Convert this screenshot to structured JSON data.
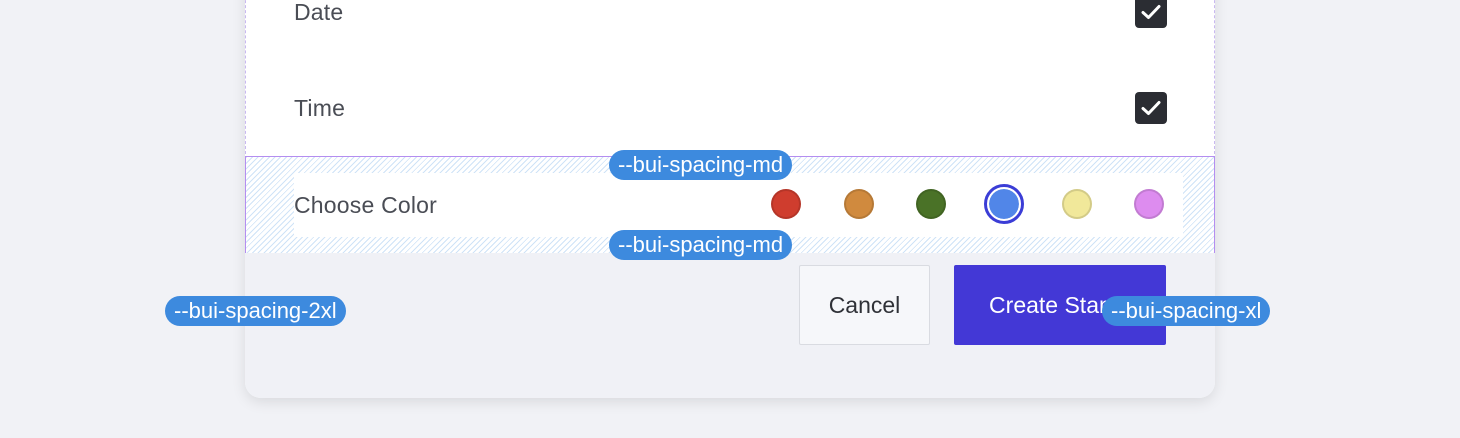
{
  "dialog": {
    "options": [
      {
        "label": "Date",
        "checked": true
      },
      {
        "label": "Time",
        "checked": true
      }
    ],
    "color_picker": {
      "label": "Choose Color",
      "swatches": [
        {
          "name": "red",
          "color": "#cf3d2e",
          "selected": false
        },
        {
          "name": "orange",
          "color": "#d08a3e",
          "selected": false
        },
        {
          "name": "green",
          "color": "#4a7227",
          "selected": false
        },
        {
          "name": "blue",
          "color": "#5186e8",
          "selected": true
        },
        {
          "name": "yellow",
          "color": "#f1e89a",
          "selected": false
        },
        {
          "name": "purple",
          "color": "#dd8cef",
          "selected": false
        }
      ]
    },
    "buttons": {
      "cancel": "Cancel",
      "create": "Create Stamp"
    }
  },
  "annotations": {
    "spacing_top": "--bui-spacing-md",
    "spacing_bottom": "--bui-spacing-md",
    "spacing_left": "--bui-spacing-2xl",
    "spacing_right": "--bui-spacing-xl"
  },
  "colors": {
    "primary": "#4338d6",
    "annotation": "#3d8ade",
    "checkbox": "#2b2d33"
  }
}
